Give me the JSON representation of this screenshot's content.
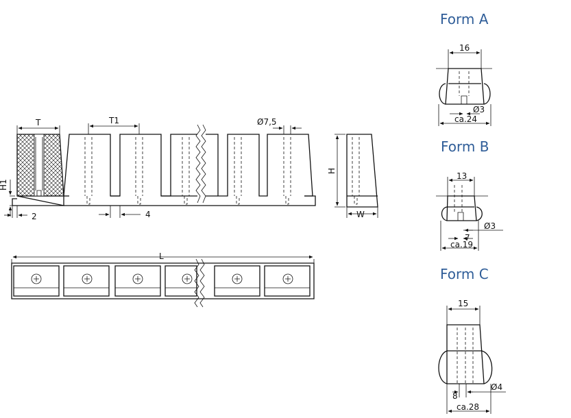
{
  "main_view": {
    "dims": {
      "T": "T",
      "T1": "T1",
      "bore": "Ø7,5",
      "H": "H",
      "H1": "H1",
      "gap": "2",
      "slot": "4",
      "W": "W",
      "L": "L"
    }
  },
  "forms": [
    {
      "title": "Form A",
      "width": "16",
      "bore": "Ø3",
      "overall": "ca.24"
    },
    {
      "title": "Form B",
      "width": "13",
      "bore": "Ø3",
      "offset": "7",
      "overall": "ca.19"
    },
    {
      "title": "Form C",
      "width": "15",
      "bore": "Ø4",
      "offset": "8",
      "overall": "ca.28"
    }
  ]
}
